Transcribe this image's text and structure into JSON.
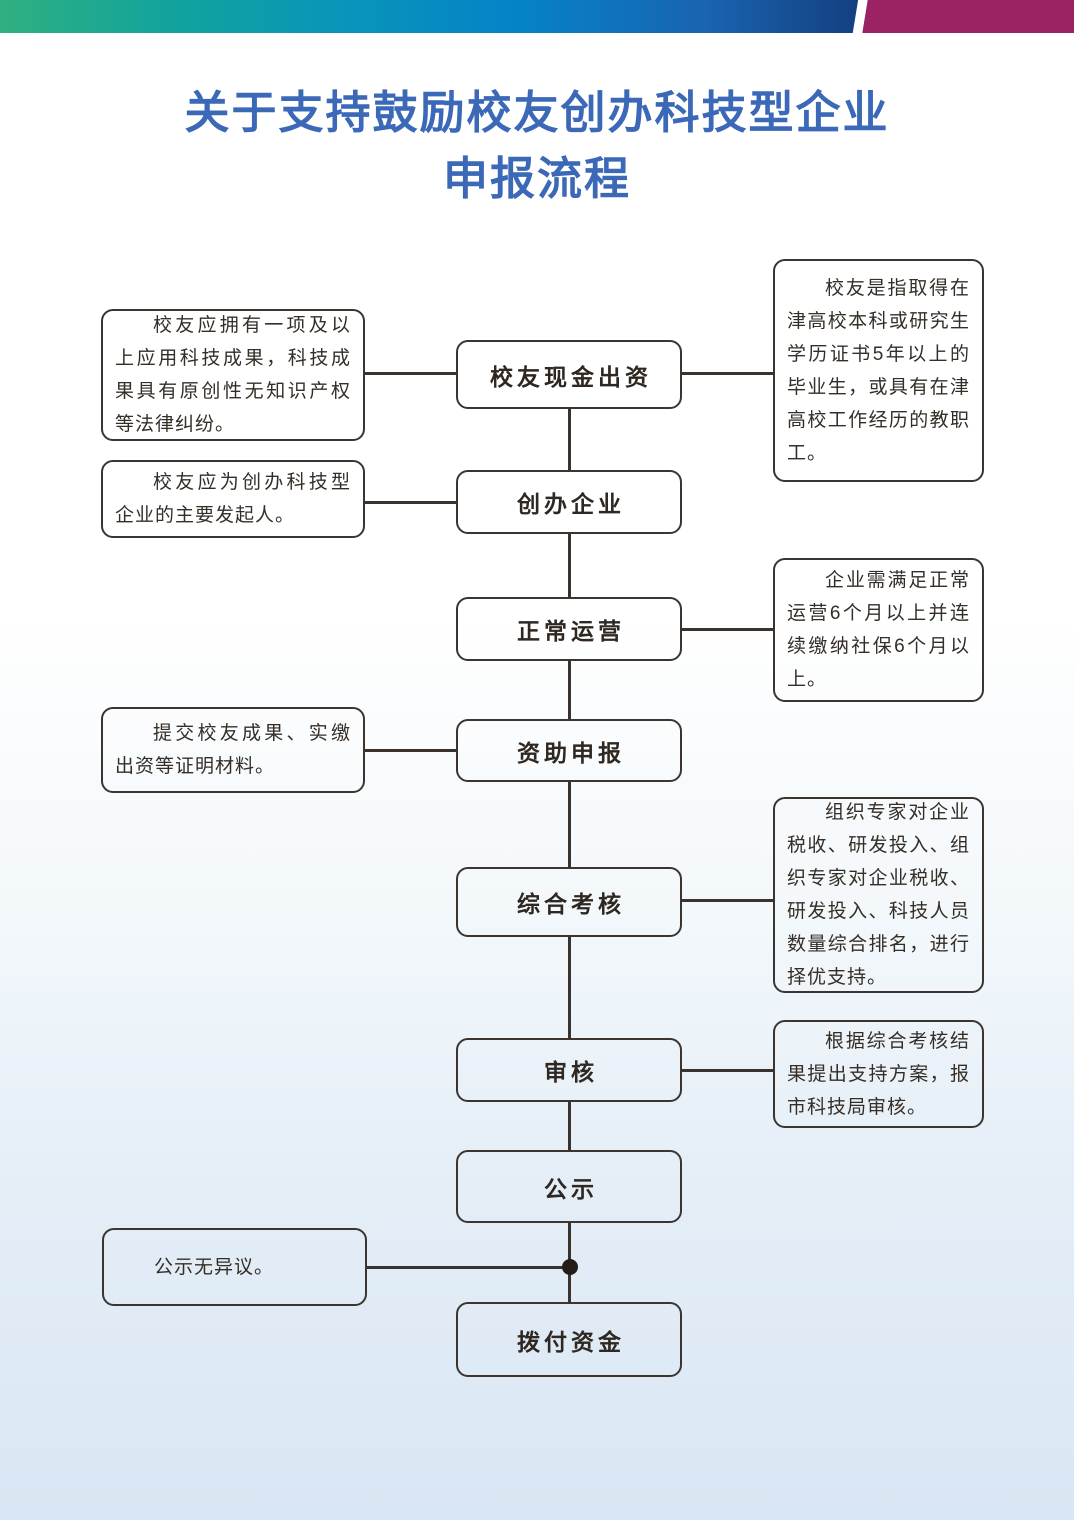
{
  "header": {
    "title_line1": "关于支持鼓励校友创办科技型企业",
    "title_line2": "申报流程"
  },
  "flow": {
    "steps": [
      {
        "label": "校友现金出资"
      },
      {
        "label": "创办企业"
      },
      {
        "label": "正常运营"
      },
      {
        "label": "资助申报"
      },
      {
        "label": "综合考核"
      },
      {
        "label": "审核"
      },
      {
        "label": "公示"
      },
      {
        "label": "拨付资金"
      }
    ],
    "left_notes": [
      {
        "text": "校友应拥有一项及以上应用科技成果，科技成果具有原创性无知识产权等法律纠纷。"
      },
      {
        "text": "校友应为创办科技型企业的主要发起人。"
      },
      {
        "text": "提交校友成果、实缴出资等证明材料。"
      },
      {
        "text": "公示无异议。"
      }
    ],
    "right_notes": [
      {
        "text": "校友是指取得在津高校本科或研究生学历证书5年以上的毕业生，或具有在津高校工作经历的教职工。"
      },
      {
        "text": "企业需满足正常运营6个月以上并连续缴纳社保6个月以上。"
      },
      {
        "text": "组织专家对企业税收、研发投入、组织专家对企业税收、研发投入、科技人员数量综合排名，进行择优支持。"
      },
      {
        "text": "根据综合考核结果提出支持方案，报市科技局审核。"
      }
    ]
  },
  "colors": {
    "title_blue": "#3b68b7",
    "header_gradient_start_green": "#2fb081",
    "header_gradient_mid_teal": "#0895ba",
    "header_gradient_mid_blue": "#0583c8",
    "header_gradient_end_navy": "#122f66",
    "header_accent_magenta": "#9b2364",
    "line_dark": "#3a332d",
    "box_border": "#3c352f",
    "background_bottom_blue": "#d9e6f3"
  }
}
